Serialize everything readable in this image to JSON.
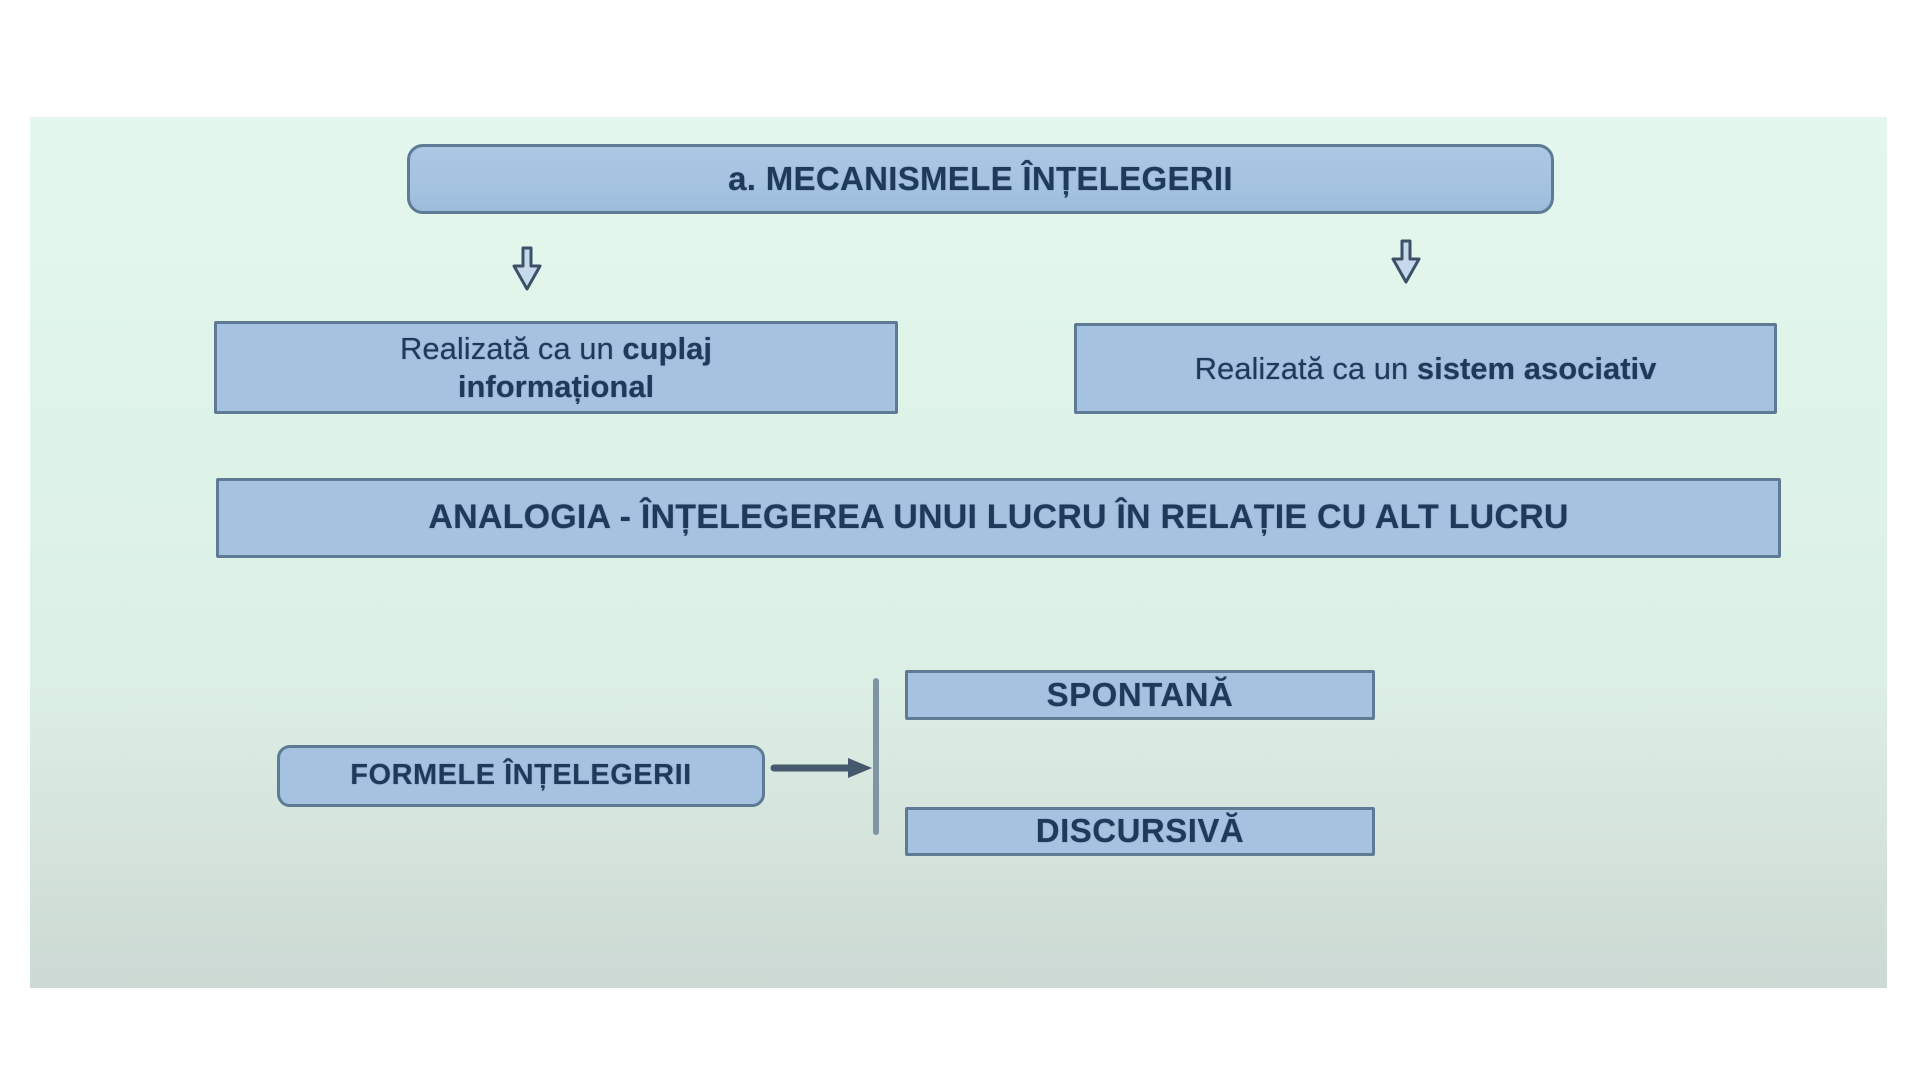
{
  "theme": {
    "page_bg": "#ffffff",
    "slide_bg_top": "#e4f7ee",
    "slide_bg_bottom": "#ccd9d4",
    "box_fill": "#a5c3e1",
    "box_border": "#5f7a94",
    "text_color": "#1d3a5c",
    "arrow_color": "#44586e",
    "connector_color": "#8095a4"
  },
  "diagram": {
    "title_box": {
      "label": "a. MECANISMELE ÎNȚELEGERII"
    },
    "left_box": {
      "line1_regular": "Realizată ca un ",
      "line1_bold": "cuplaj",
      "line2_bold": "informațional"
    },
    "right_box": {
      "regular": "Realizată ca un ",
      "bold": "sistem asociativ"
    },
    "analogy_box": {
      "label": "ANALOGIA - ÎNȚELEGEREA UNUI LUCRU ÎN RELAȚIE CU ALT LUCRU"
    },
    "forms_box": {
      "label": "FORMELE ÎNȚELEGERII"
    },
    "branches": [
      {
        "label": "SPONTANĂ"
      },
      {
        "label": "DISCURSIVĂ"
      }
    ],
    "icons": {
      "down_arrow": "hollow-down-arrow",
      "forms_arrow": "right-arrow"
    }
  }
}
